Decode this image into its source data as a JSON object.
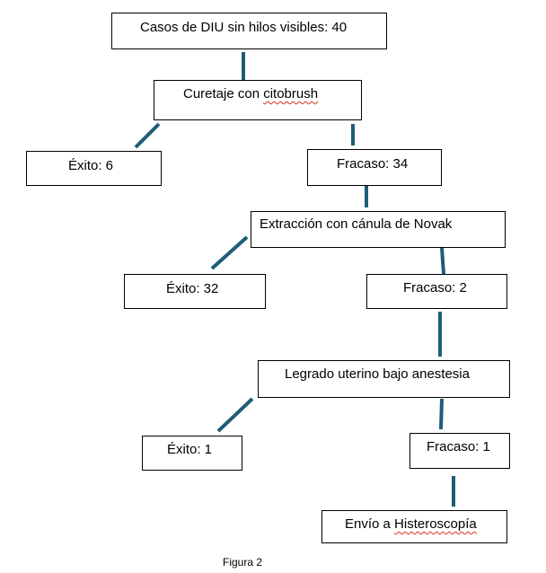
{
  "nodes": {
    "root": {
      "text": "Casos de DIU sin hilos visibles: 40"
    },
    "curetaje": {
      "prefix": "Curetaje con ",
      "flagged": "citobrush",
      "suffix": ""
    },
    "exito1": {
      "text": "Éxito: 6"
    },
    "fracaso1": {
      "text": "Fracaso: 34"
    },
    "extraccion": {
      "text": "Extracción con cánula de Novak"
    },
    "exito2": {
      "text": "Éxito: 32"
    },
    "fracaso2": {
      "text": "Fracaso: 2"
    },
    "legrado": {
      "text": "Legrado uterino bajo anestesia"
    },
    "exito3": {
      "text": "Éxito: 1"
    },
    "fracaso3": {
      "text": "Fracaso: 1"
    },
    "envio": {
      "prefix": "Envío a ",
      "flagged": "Histeroscopía",
      "suffix": ""
    }
  },
  "caption": "Figura 2",
  "colors": {
    "connector": "#1f5c7a",
    "border": "#000000",
    "spellcheck_underline": "#d93025"
  }
}
